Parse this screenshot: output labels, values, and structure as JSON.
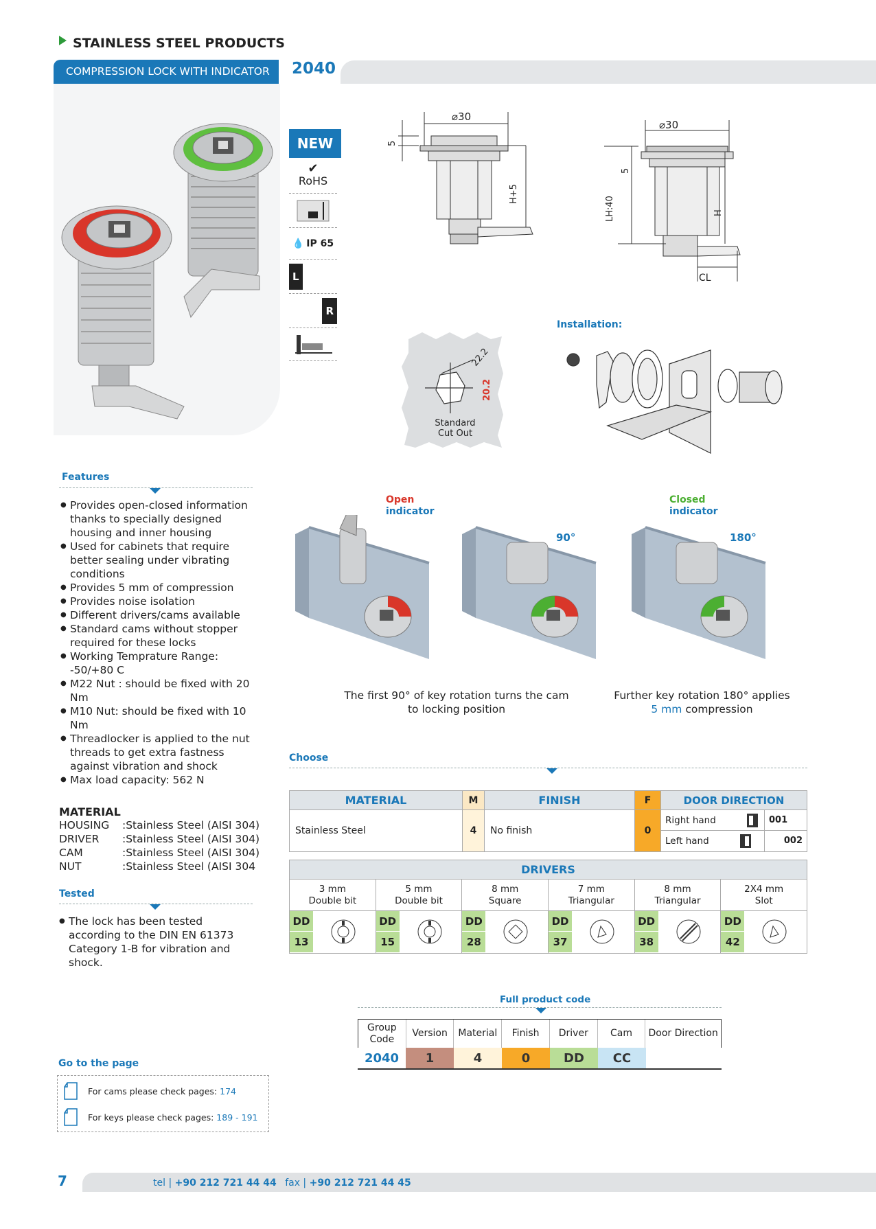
{
  "header": {
    "section": "STAINLESS STEEL PRODUCTS",
    "product_name": "COMPRESSION LOCK WITH INDICATOR",
    "product_code": "2040"
  },
  "badges": {
    "new": "NEW",
    "rohs": "RoHS",
    "ip": "IP 65",
    "left": "L",
    "right": "R"
  },
  "drawings": {
    "dia1": "30",
    "dia2": "30",
    "dim5a": "5",
    "dim5b": "5",
    "h5": "H+5",
    "lh": "LH:40",
    "h": "H",
    "cl": "CL",
    "cut_w": "22.2",
    "cut_h": "20.2",
    "cut_label1": "Standard",
    "cut_label2": "Cut Out",
    "installation": "Installation:"
  },
  "indicators": {
    "open1": "Open",
    "open2": "indicator",
    "closed1": "Closed",
    "closed2": "indicator",
    "deg90": "90°",
    "deg180": "180°",
    "caption1_l1": "The first 90° of key rotation turns the cam",
    "caption1_l2": "to locking position",
    "caption2_l1": "Further key rotation 180° applies",
    "caption2_l2a": "5 mm",
    "caption2_l2b": " compression"
  },
  "features": {
    "title": "Features",
    "items": [
      "Provides open-closed information thanks to specially designed housing and inner housing",
      "Used for cabinets that require better sealing under vibrating conditions",
      "Provides 5 mm of compression",
      "Provides noise isolation",
      "Different drivers/cams available",
      "Standard cams without stopper required for these locks",
      "Working Temprature Range: -50/+80 C",
      "M22 Nut : should be fixed with 20 Nm",
      "M10 Nut: should be fixed with 10 Nm",
      "Threadlocker is applied to the nut threads to get extra fastness against vibration and shock",
      "Max load capacity: 562 N"
    ]
  },
  "material": {
    "title": "MATERIAL",
    "rows": [
      {
        "part": "HOUSING",
        "value": ":Stainless Steel (AISI 304)"
      },
      {
        "part": "DRIVER",
        "value": ":Stainless Steel (AISI 304)"
      },
      {
        "part": "CAM",
        "value": ":Stainless Steel (AISI 304)"
      },
      {
        "part": "NUT",
        "value": ":Stainless Steel (AISI 304"
      }
    ]
  },
  "tested": {
    "title": "Tested",
    "text": "The lock has been tested according to the DIN EN 61373 Category 1-B for vibration and shock."
  },
  "goto": {
    "title": "Go to the page",
    "cams_label": "For cams please check pages: ",
    "cams_pages": "174",
    "keys_label": "For keys please check pages: ",
    "keys_pages": "189 - 191"
  },
  "choose": {
    "title": "Choose",
    "material_h": "MATERIAL",
    "m_h": "M",
    "finish_h": "FINISH",
    "f_h": "F",
    "door_h": "DOOR DIRECTION",
    "material_v": "Stainless Steel",
    "m_v": "4",
    "finish_v": "No finish",
    "f_v": "0",
    "right_hand": "Right hand",
    "right_code": "001",
    "left_hand": "Left hand",
    "left_code": "002",
    "drivers_h": "DRIVERS",
    "drivers": [
      {
        "l1": "3 mm",
        "l2": "Double bit",
        "dd": "DD",
        "code": "13",
        "icon": "double-bit-icon"
      },
      {
        "l1": "5 mm",
        "l2": "Double bit",
        "dd": "DD",
        "code": "15",
        "icon": "double-bit-icon"
      },
      {
        "l1": "8 mm",
        "l2": "Square",
        "dd": "DD",
        "code": "28",
        "icon": "square-icon"
      },
      {
        "l1": "7 mm",
        "l2": "Triangular",
        "dd": "DD",
        "code": "37",
        "icon": "triangle-icon"
      },
      {
        "l1": "8 mm",
        "l2": "Triangular",
        "dd": "DD",
        "code": "38",
        "icon": "slot-icon"
      },
      {
        "l1": "2X4 mm",
        "l2": "Slot",
        "dd": "DD",
        "code": "42",
        "icon": "triangle-icon"
      }
    ]
  },
  "product_code": {
    "title": "Full product code",
    "headers": [
      "Group Code",
      "Version",
      "Material",
      "Finish",
      "Driver",
      "Cam",
      "Door Direction"
    ],
    "values": [
      "2040",
      "1",
      "4",
      "0",
      "DD",
      "CC",
      ""
    ],
    "colors": [
      "#ffffff",
      "#c48e7e",
      "#fff3da",
      "#f7a928",
      "#b9dd97",
      "#c8e4f4",
      "#ffffff"
    ]
  },
  "footer": {
    "page": "7",
    "tel_label": "tel | ",
    "tel": "+90 212 721 44 44",
    "fax_label": "fax | ",
    "fax": "+90 212 721 44 45"
  }
}
